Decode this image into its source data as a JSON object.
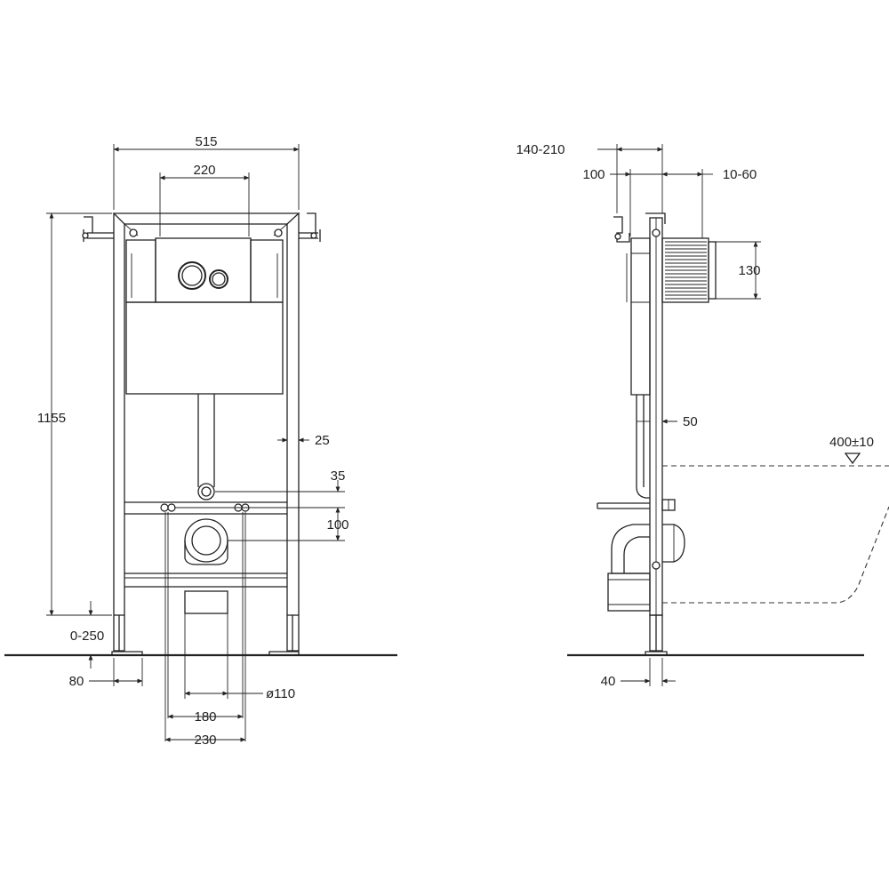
{
  "front_view": {
    "dim_width": "515",
    "dim_plate_width": "220",
    "dim_height": "1155",
    "dim_profile": "25",
    "dim_inlet": "35",
    "dim_outlet_offset": "100",
    "dim_leg_adjust": "0-250",
    "dim_foot": "80",
    "dim_pipe_diameter": "ø110",
    "dim_bolt_spacing": "180",
    "dim_bolt_outer": "230"
  },
  "side_view": {
    "dim_depth": "140-210",
    "dim_bracket": "100",
    "dim_wall": "10-60",
    "dim_button_height": "130",
    "dim_pipe": "50",
    "dim_bowl_height": "400±10",
    "dim_leg": "40"
  },
  "colors": {
    "line": "#222222",
    "background": "#ffffff"
  }
}
